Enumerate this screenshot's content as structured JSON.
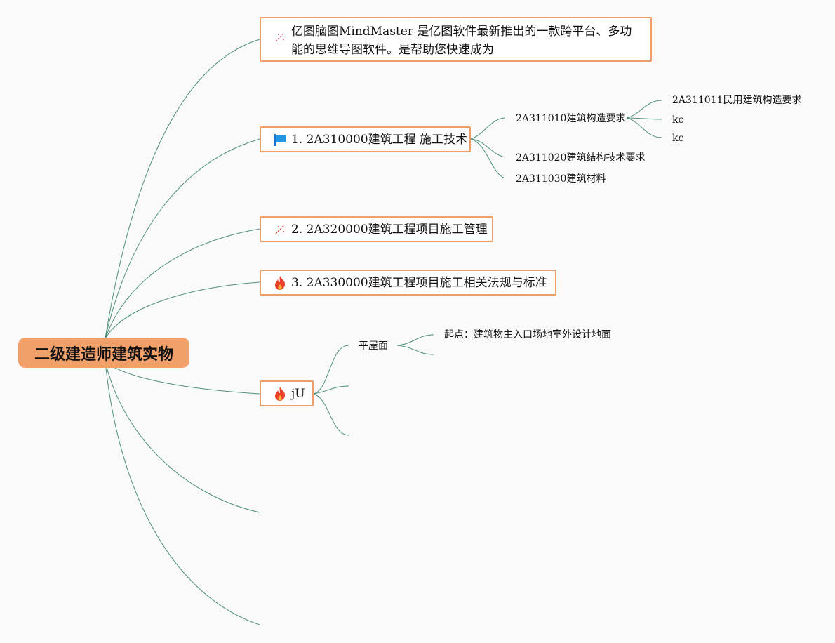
{
  "root": {
    "label": "二级建造师建筑实物"
  },
  "topics": [
    {
      "label": "亿图脑图MindMaster 是亿图软件最新推出的一款跨平台、多功能的思维导图软件。是帮助您快速成为",
      "icon": "sparkle-icon"
    },
    {
      "label": "1. 2A310000建筑工程 施工技术",
      "icon": "flag-icon"
    },
    {
      "label": "2. 2A320000建筑工程项目施工管理",
      "icon": "sparkle-icon"
    },
    {
      "label": "3. 2A330000建筑工程项目施工相关法规与标准",
      "icon": "fire-icon"
    },
    {
      "label": "jU",
      "icon": "fire-icon"
    }
  ],
  "subtopics": {
    "construction_tech": [
      {
        "label": "2A311010建筑构造要求"
      },
      {
        "label": "2A311020建筑结构技术要求"
      },
      {
        "label": "2A311030建筑材料"
      }
    ],
    "structure_requirements": [
      {
        "label": "2A311011民用建筑构造要求"
      },
      {
        "label": "kc"
      },
      {
        "label": "kc"
      }
    ],
    "ju": [
      {
        "label": "平屋面"
      }
    ],
    "flat_roof": [
      {
        "label": "起点：建筑物主入口场地室外设计地面"
      }
    ]
  },
  "colors": {
    "root_fill": "#f2a06a",
    "topic_border": "#ef9e6a",
    "connector": "#2e7d65",
    "background": "#fafafa"
  }
}
